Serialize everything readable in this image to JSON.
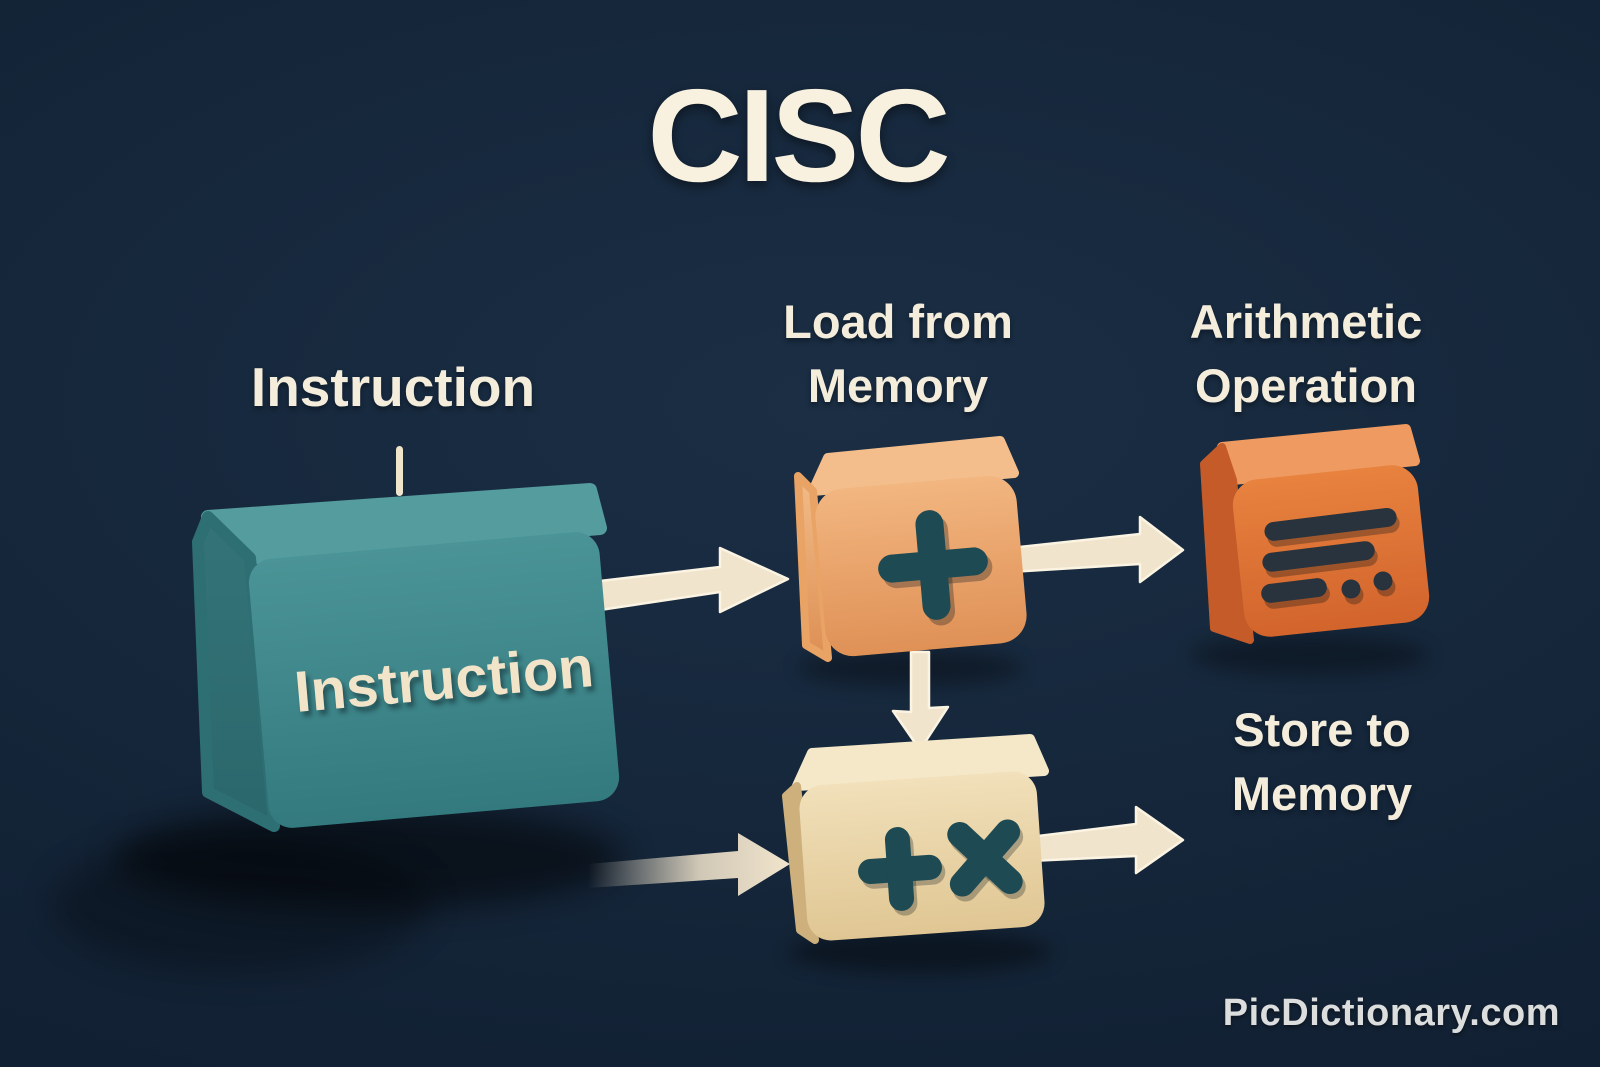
{
  "title": "CISC",
  "watermark": "PicDictionary.com",
  "diagram": {
    "instruction": {
      "label": "Instruction",
      "box_text": "Instruction"
    },
    "load_from_memory": {
      "line1": "Load from",
      "line2": "Memory"
    },
    "arithmetic_operation": {
      "line1": "Arithmetic",
      "line2": "Operation"
    },
    "store_to_memory": {
      "line1": "Store to",
      "line2": "Memory"
    }
  },
  "icons": {
    "load_from_memory": "plus-icon",
    "arithmetic_operation": "list-lines-icon",
    "combined_operation": "plus-times-icon",
    "flow_right": "right-arrow-icon",
    "flow_down": "down-arrow-icon"
  },
  "colors": {
    "background": "#15263A",
    "title_text": "#F8F1DF",
    "label_text": "#F5EDDC",
    "instruction_box_teal": "#3E8A8D",
    "load_box_peach": "#EAA568",
    "arithmetic_box_orange": "#E0763C",
    "combined_box_cream": "#EBD8AC",
    "icon_dark_teal": "#1D4A53",
    "icon_dark_navy": "#28333E",
    "arrow_cream": "#F1E4CC",
    "watermark_text": "#DCDDDD"
  }
}
